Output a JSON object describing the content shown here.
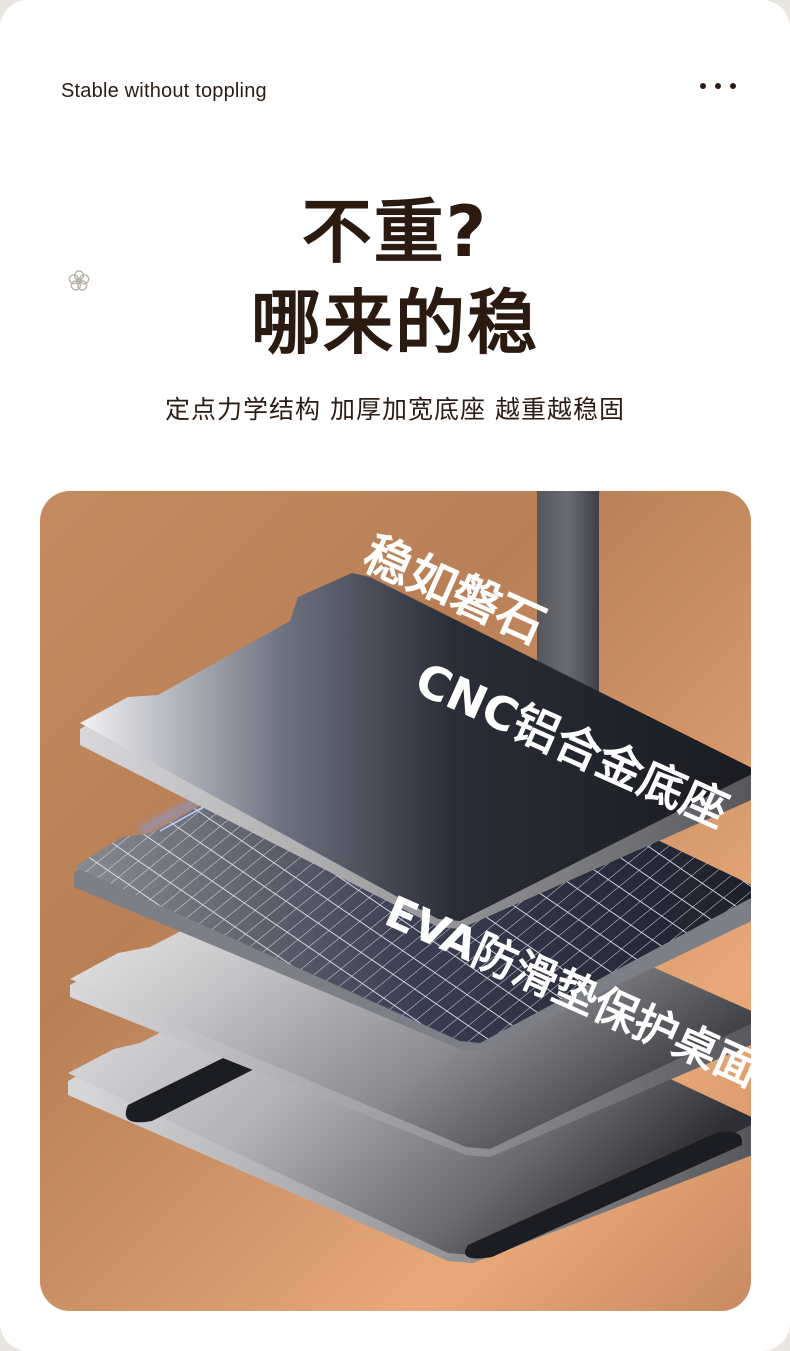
{
  "header": {
    "subtitle_en": "Stable without toppling",
    "menu_icon": "more-dots-icon",
    "decor_icon": "flower-icon"
  },
  "headline": {
    "line1": "不重?",
    "line2": "哪来的稳"
  },
  "tagline": "定点力学结构 加厚加宽底座 越重越稳固",
  "product": {
    "label_top": "稳如磐石",
    "label_mid": "CNC铝合金底座",
    "label_bottom": "EVA防滑垫保护桌面"
  },
  "colors": {
    "text_dark": "#2a1a10",
    "panel_bg": "#c48a60",
    "grid_glow": "#5a8cff"
  }
}
